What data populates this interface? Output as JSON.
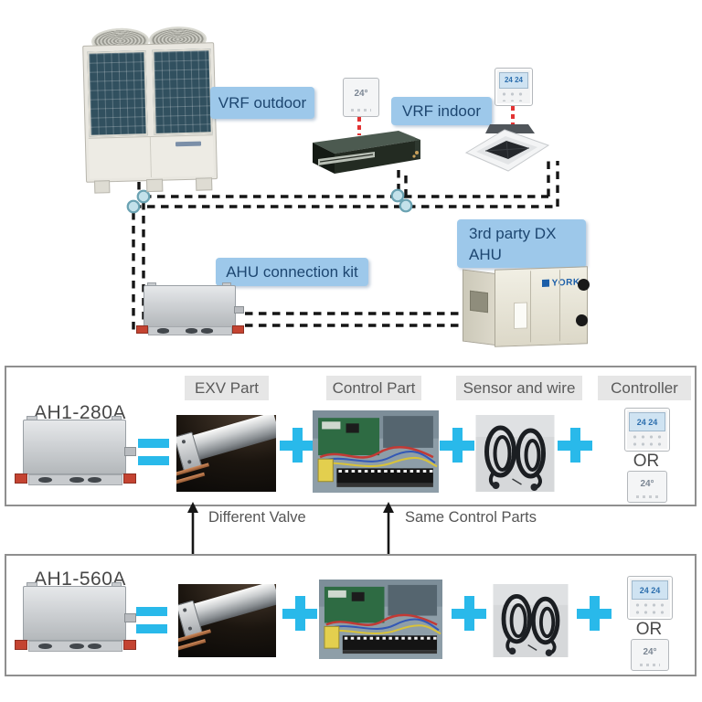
{
  "diagram": {
    "outdoor_label": "VRF outdoor",
    "indoor_label": "VRF indoor",
    "dx_ahu_label": "3rd party DX AHU",
    "kit_label": "AHU connection kit",
    "thermostat_value": "24°",
    "controller_value": "24 24",
    "york_logo": "YORK"
  },
  "parts_table": {
    "headers": [
      "EXV Part",
      "Control Part",
      "Sensor and wire",
      "Controller"
    ],
    "equals_sign": "=",
    "plus_sign": "+",
    "or_label": "OR",
    "rows": [
      {
        "model": "AH1-280A"
      },
      {
        "model": "AH1-560A"
      }
    ],
    "annotations": {
      "valve": "Different Valve",
      "control": "Same Control Parts"
    }
  },
  "colors": {
    "label_bg": "#9dc8ea",
    "label_text": "#1d4670",
    "accent_cyan": "#29b9ea",
    "header_bg": "#e6e6e6",
    "header_text": "#5a5a5a",
    "dashed_line": "#151515",
    "branch_fill": "#c3e1ea",
    "branch_stroke": "#6aa2b2",
    "red_wire": "#e23333"
  }
}
